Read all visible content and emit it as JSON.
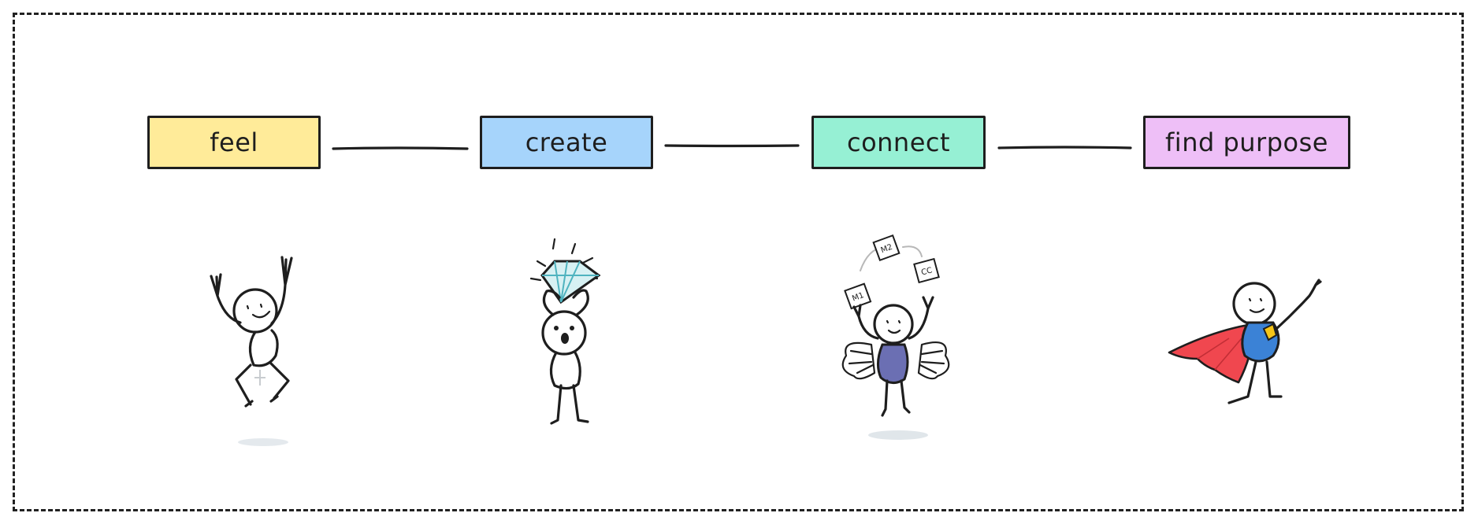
{
  "stages": [
    {
      "label": "feel",
      "color": "#ffeb99"
    },
    {
      "label": "create",
      "color": "#a6d4fb"
    },
    {
      "label": "connect",
      "color": "#96f0d4"
    },
    {
      "label": "find purpose",
      "color": "#eebff7"
    }
  ],
  "figures": {
    "feel": {
      "icon": "jumping-person-icon"
    },
    "create": {
      "icon": "person-holding-diamond-icon",
      "accent": "#4fb3bf"
    },
    "connect": {
      "icon": "angel-juggler-icon",
      "body_color": "#6b6fb3",
      "juggled_items": [
        "M1",
        "M2",
        "CC"
      ]
    },
    "purpose": {
      "icon": "superhero-icon",
      "cape_color": "#f0474f",
      "suit_color": "#3b82d6",
      "emblem_color": "#f5c518"
    }
  }
}
